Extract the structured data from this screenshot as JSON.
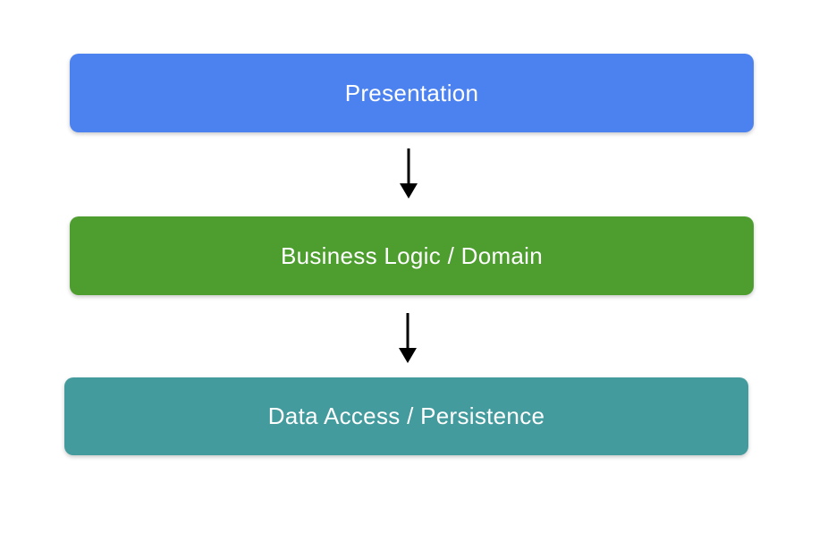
{
  "diagram": {
    "type": "layered-architecture-flow",
    "background": "#ffffff",
    "text_color": "#ffffff",
    "arrow_color": "#000000",
    "layers": [
      {
        "label": "Presentation",
        "color": "#4b82f0"
      },
      {
        "label": "Business Logic / Domain",
        "color": "#4e9e2f"
      },
      {
        "label": "Data Access / Persistence",
        "color": "#439b9e"
      }
    ],
    "connectors": [
      {
        "from": "Presentation",
        "to": "Business Logic / Domain",
        "direction": "down"
      },
      {
        "from": "Business Logic / Domain",
        "to": "Data Access / Persistence",
        "direction": "down"
      }
    ]
  }
}
